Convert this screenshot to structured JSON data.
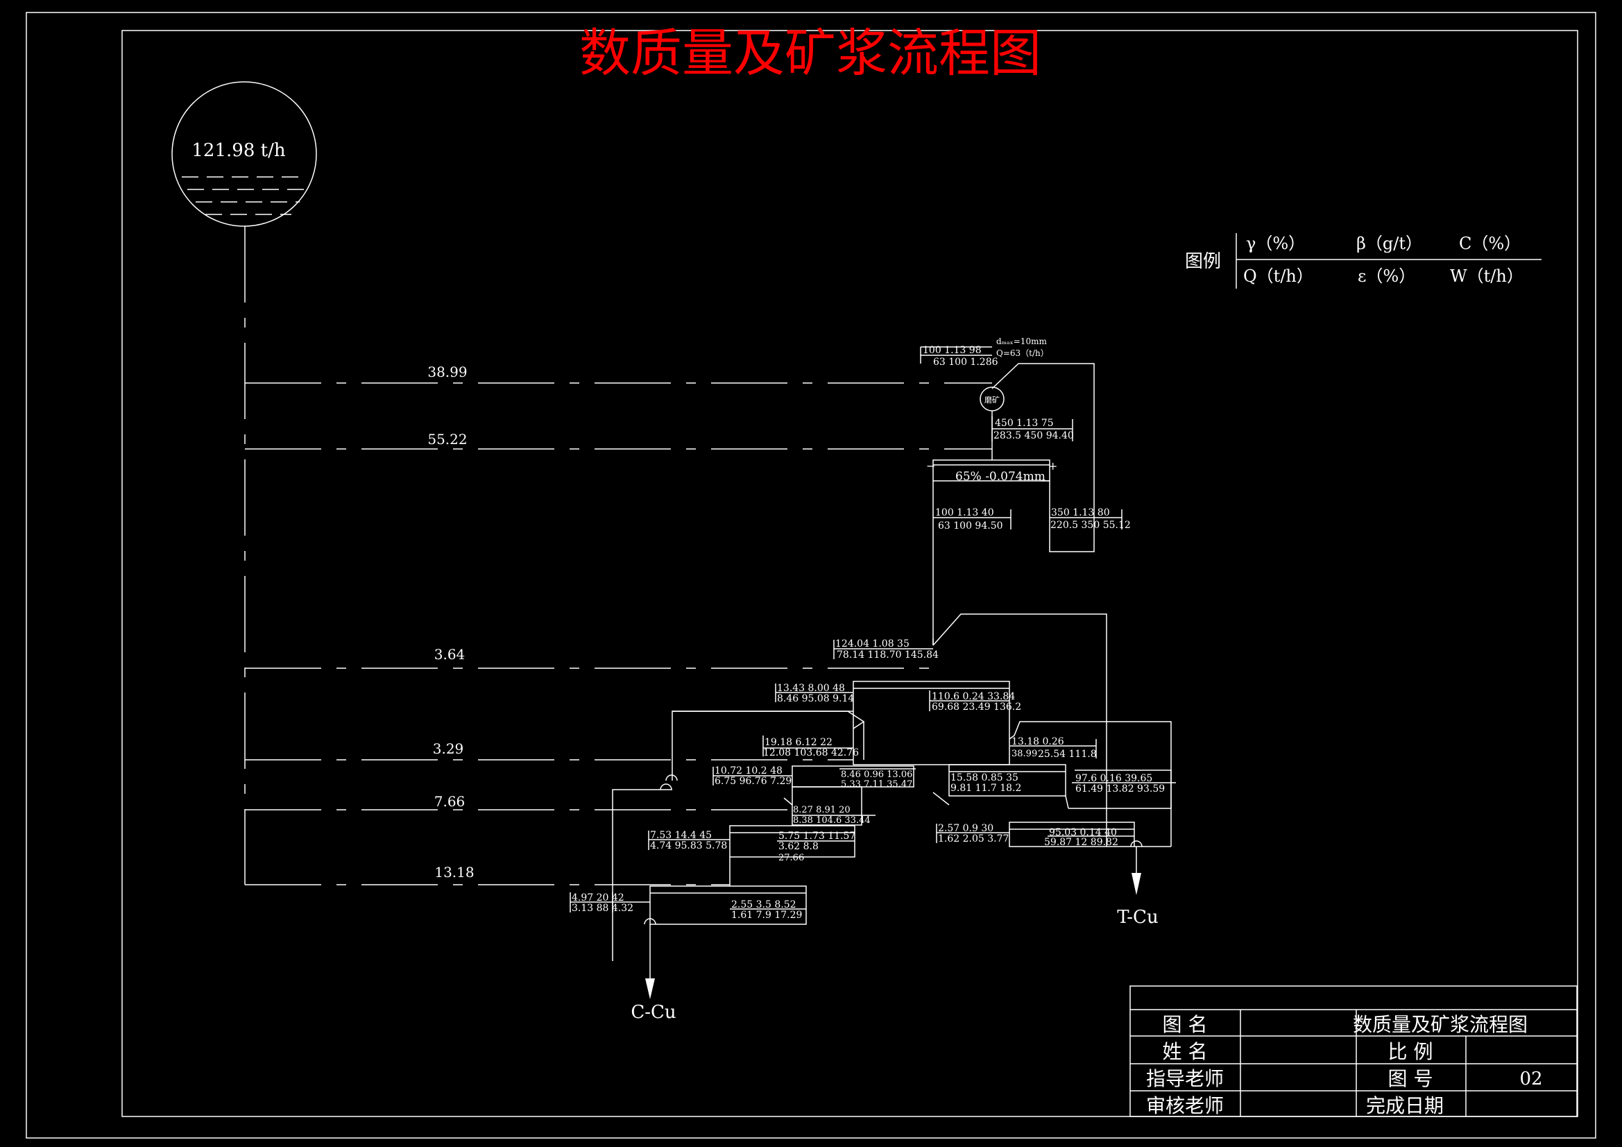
{
  "title": "数质量及矿浆流程图",
  "feed": {
    "rate": "121.98 t/h"
  },
  "legend": {
    "label": "图例",
    "row1": [
      "γ（%）",
      "β（g/t）",
      "C（%）"
    ],
    "row2": [
      "Q（t/h）",
      "ε（%）",
      "W（t/h）"
    ]
  },
  "water_lines": [
    "38.99",
    "55.22",
    "3.64",
    "3.29",
    "7.66",
    "13.18"
  ],
  "mill": {
    "label": "磨矿",
    "note1": "dₘₐₓ=10mm",
    "note2": "Q=63（t/h）",
    "feed_top": "100  1.13  98",
    "feed_bot": "63  100  1.286",
    "out_top": "450   1.13  75",
    "out_bot": "283.5  450  94.40"
  },
  "classifier": {
    "label": "65% -0.074mm",
    "minus": "−",
    "plus": "+",
    "over_top": "100  1.13  40",
    "over_bot": "63  100  94.50",
    "under_top": "350   1.13  80",
    "under_bot": "220.5  350  55.12"
  },
  "flot": {
    "rough_feed_top": "124.04  1.08  35",
    "rough_feed_bot": "78.14  118.70  145.84",
    "rough_conc_top": "13.43  8.00  48",
    "rough_conc_bot": "8.46  95.08  9.14",
    "rough_tail_top": "110.6  0.24  33.84",
    "rough_tail_bot": "69.68  23.49  136.2",
    "clean1_top": "19.18  6.12  22",
    "clean1_bot": "12.08  103.68  42.76",
    "clean1_tail_top": "8.46  0.96  13.06",
    "clean1_tail_bot": "5.33  7.11  35.47",
    "scav1_top": "13.18  0.26",
    "scav1_mid": "38.99",
    "scav1_bot": "25.54  111.8",
    "scav1_conc_top": "15.58  0.85  35",
    "scav1_conc_bot": "9.81  11.7  18.2",
    "scav_tail_top": "97.6  0.16  39.65",
    "scav_tail_bot": "61.49  13.82  93.59",
    "clean2_top": "10.72  10.2  48",
    "clean2_bot": "6.75  96.76  7.29",
    "clean2_tail_top": "8.27  8.91  20",
    "clean2_tail_bot": "8.38  104.6  33.44",
    "clean3_top": "7.53  14.4  45",
    "clean3_bot": "4.74  95.83  5.78",
    "clean3_tail_top": "5.75  1.73  11.57",
    "clean3_tail_bot": "3.62  8.8",
    "clean3_tail_extra": "27.66",
    "final_conc_top": "4.97  20   42",
    "final_conc_bot": "3.13  88   4.32",
    "final_tail_top": "2.55  3.5   8.52",
    "final_tail_bot": "1.61  7.9   17.29",
    "scav2_feed_top": "2.57  0.9   30",
    "scav2_feed_bot": "1.62  2.05  3.77",
    "tail_top": "95.03  0.14  40",
    "tail_bot": "59.87  12   89.82"
  },
  "products": {
    "concentrate": "C-Cu",
    "tailings": "T-Cu"
  },
  "title_block": {
    "name_label": "图    名",
    "name_value": "数质量及矿浆流程图",
    "person_label": "姓    名",
    "scale_label": "比    例",
    "advisor_label": "指导老师",
    "drawing_no_label": "图    号",
    "drawing_no_value": "02",
    "reviewer_label": "审核老师",
    "date_label": "完成日期"
  },
  "colors": {
    "background": "#000000",
    "line": "#ffffff",
    "title": "#ff0000"
  }
}
